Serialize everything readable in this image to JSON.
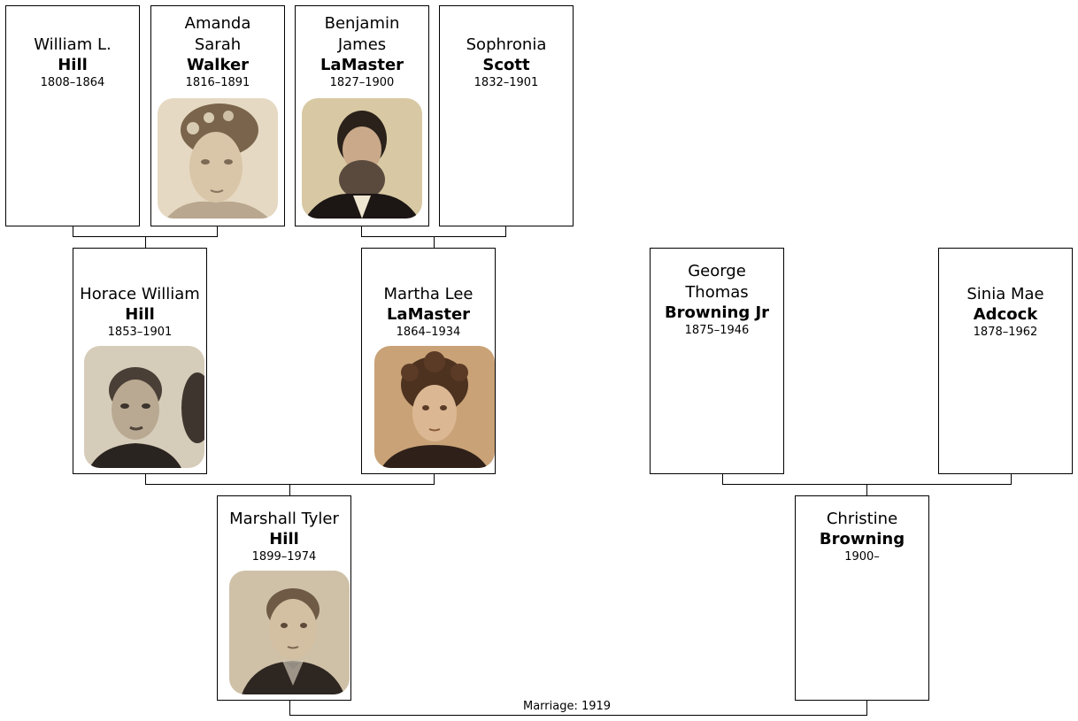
{
  "people": {
    "william_hill": {
      "given": "William L.",
      "surname": "Hill",
      "dates": "1808–1864"
    },
    "amanda_walker": {
      "given": "Amanda Sarah",
      "surname": "Walker",
      "dates": "1816–1891"
    },
    "benjamin_lamaster": {
      "given": "Benjamin James",
      "surname": "LaMaster",
      "dates": "1827–1900"
    },
    "sophronia_scott": {
      "given": "Sophronia",
      "surname": "Scott",
      "dates": "1832–1901"
    },
    "horace_hill": {
      "given": "Horace William",
      "surname": "Hill",
      "dates": "1853–1901"
    },
    "martha_lamaster": {
      "given": "Martha Lee",
      "surname": "LaMaster",
      "dates": "1864–1934"
    },
    "george_browning": {
      "given": "George Thomas",
      "surname": "Browning Jr",
      "dates": "1875–1946"
    },
    "sinia_adcock": {
      "given": "Sinia Mae",
      "surname": "Adcock",
      "dates": "1878–1962"
    },
    "marshall_hill": {
      "given": "Marshall Tyler",
      "surname": "Hill",
      "dates": "1899–1974"
    },
    "christine_browning": {
      "given": "Christine",
      "surname": "Browning",
      "dates": "1900–"
    }
  },
  "marriage": {
    "label": "Marriage: 1919"
  },
  "colors": {
    "line": "#000000",
    "card_border": "#000000",
    "sepia_light": "#e8dcc6",
    "sepia_dark": "#3a2e24"
  }
}
